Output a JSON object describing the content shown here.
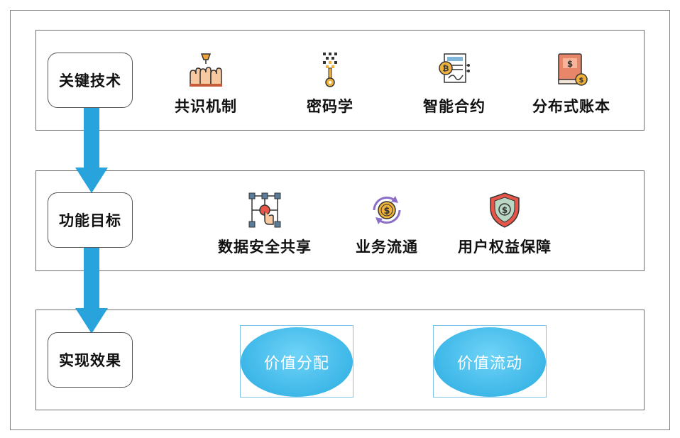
{
  "rows": [
    {
      "label": "关键技术",
      "items": [
        {
          "text": "共识机制",
          "icon": "consensus-hands-icon"
        },
        {
          "text": "密码学",
          "icon": "cryptography-key-icon"
        },
        {
          "text": "智能合约",
          "icon": "smart-contract-icon"
        },
        {
          "text": "分布式账本",
          "icon": "ledger-book-icon"
        }
      ]
    },
    {
      "label": "功能目标",
      "items": [
        {
          "text": "数据安全共享",
          "icon": "network-share-icon"
        },
        {
          "text": "业务流通",
          "icon": "money-circulation-icon"
        },
        {
          "text": "用户权益保障",
          "icon": "shield-dollar-icon"
        }
      ]
    },
    {
      "label": "实现效果",
      "items": [
        {
          "text": "价值分配"
        },
        {
          "text": "价值流动"
        }
      ]
    }
  ],
  "colors": {
    "arrow": "#29a3db",
    "oval": "#3db7e8",
    "border": "#6f6f6f"
  }
}
